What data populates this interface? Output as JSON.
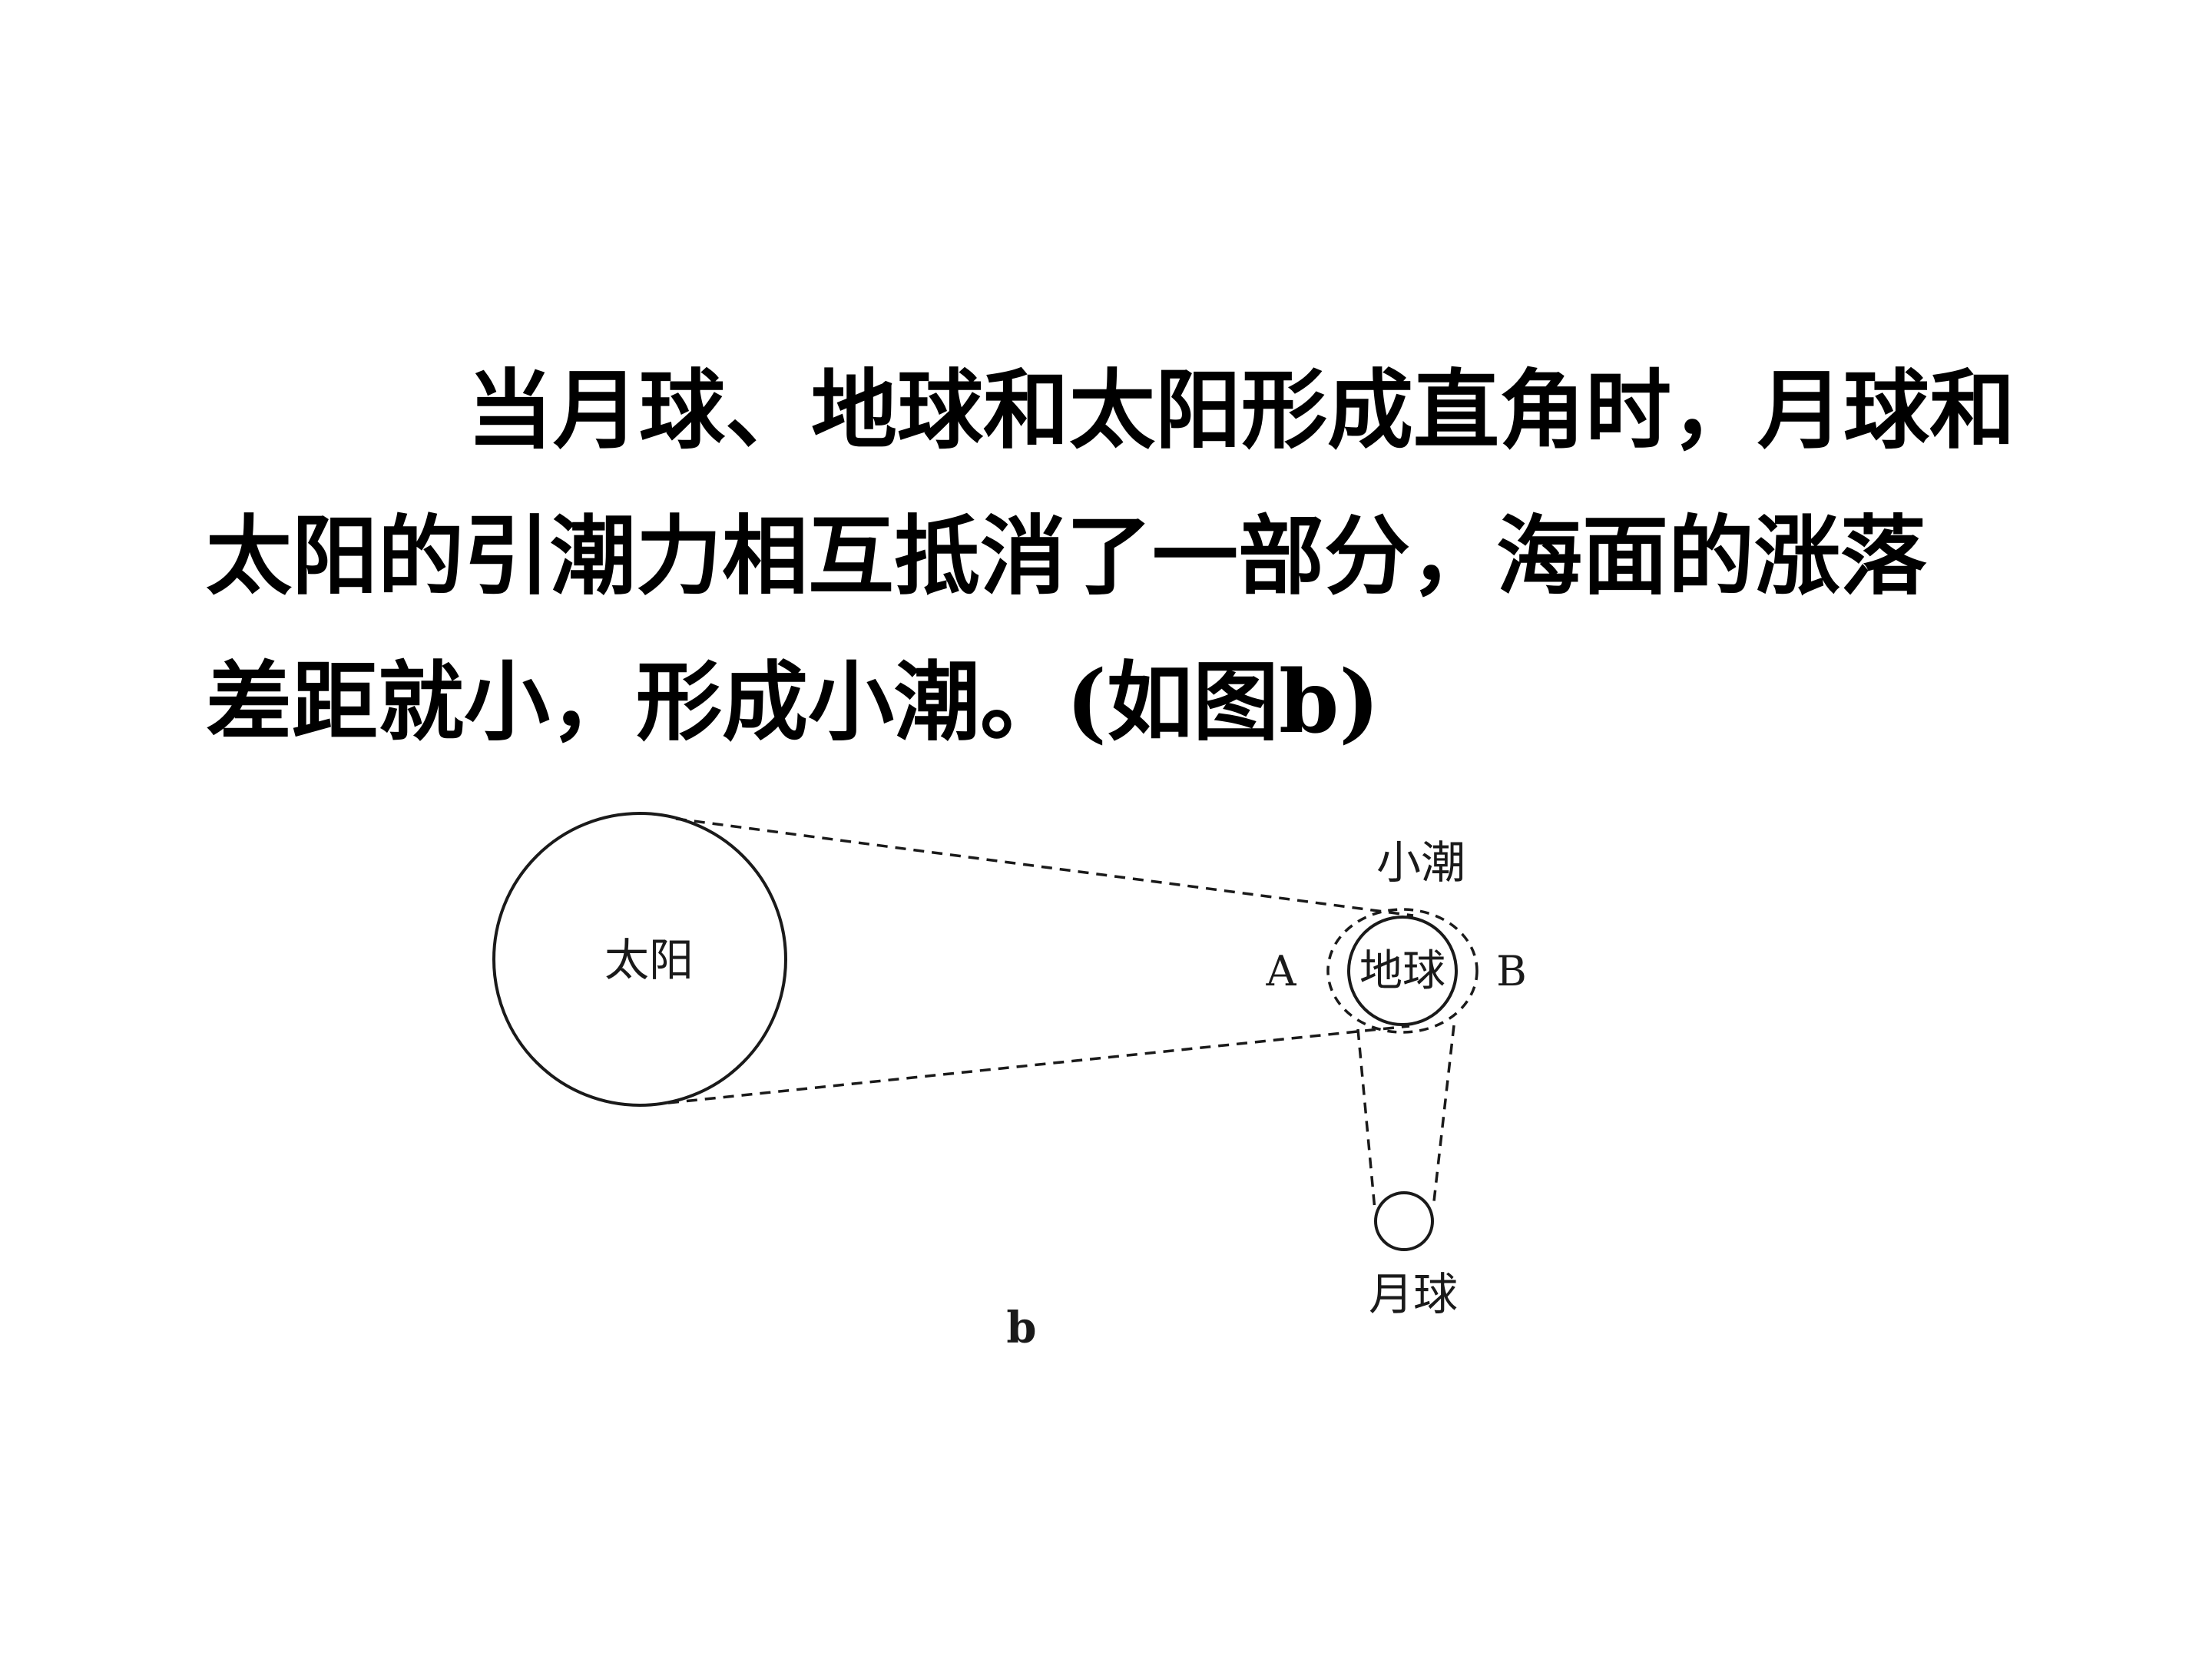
{
  "text": {
    "line1": "当月球、地球和太阳形成直角时，月球和",
    "line2": "太阳的引潮力相互抵消了一部分，海面的涨落",
    "line3": "差距就小，形成小潮。(如图b)"
  },
  "diagram": {
    "sun_label": "太阳",
    "earth_label": "地球",
    "moon_label": "月球",
    "tide_label": "小潮",
    "point_a": "A",
    "point_b": "B",
    "caption": "b"
  },
  "colors": {
    "background": "#ffffff",
    "ink": "#000000",
    "line": "#1a1a1a"
  }
}
